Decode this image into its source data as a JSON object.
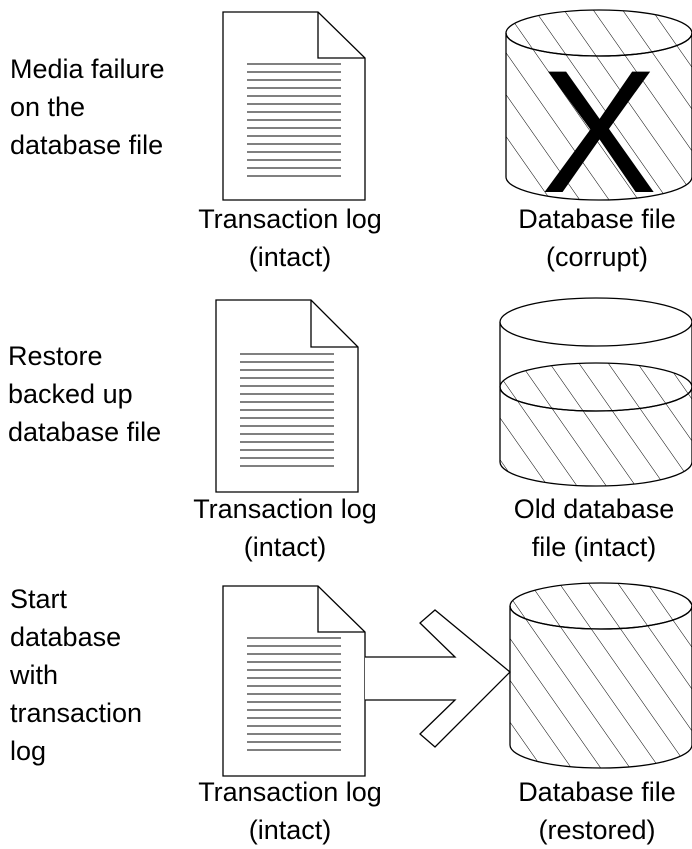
{
  "steps": [
    {
      "label": "Media failure\non the\ndatabase file",
      "log_caption": "Transaction log\n(intact)",
      "db_caption": "Database file\n(corrupt)",
      "db_state": "corrupt",
      "db_mark": "X"
    },
    {
      "label": "Restore\nbacked up\ndatabase file",
      "log_caption": "Transaction log\n(intact)",
      "db_caption": "Old database\nfile (intact)",
      "db_state": "old-backup"
    },
    {
      "label": "Start\ndatabase\nwith\ntransaction\nlog",
      "log_caption": "Transaction log\n(intact)",
      "db_caption": "Database file\n(restored)",
      "db_state": "restored",
      "arrow": "log-to-database"
    }
  ],
  "colors": {
    "stroke": "#000000",
    "fill": "#ffffff",
    "hatch": "#000000"
  },
  "icons": {
    "log": "document-icon",
    "database": "database-cylinder-icon",
    "arrow": "arrow-right-icon"
  }
}
